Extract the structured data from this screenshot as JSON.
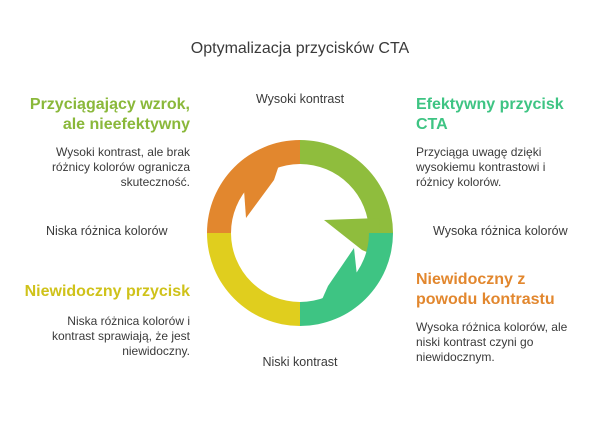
{
  "title": "Optymalizacja przycisków CTA",
  "axes": {
    "top": "Wysoki kontrast",
    "bottom": "Niski kontrast",
    "left": "Niska różnica kolorów",
    "right": "Wysoka różnica kolorów"
  },
  "quadrants": {
    "top_left": {
      "title_lines": [
        "Przyciągający wzrok,",
        "ale nieefektywny"
      ],
      "desc_lines": [
        "Wysoki kontrast, ale brak",
        "różnicy kolorów ogranicza",
        "skuteczność."
      ],
      "color": "#8ab83a"
    },
    "top_right": {
      "title_lines": [
        "Efektywny przycisk",
        "CTA"
      ],
      "desc_lines": [
        "Przyciąga uwagę dzięki",
        "wysokiemu kontrastowi i",
        "różnicy kolorów."
      ],
      "color": "#3ec483"
    },
    "bottom_left": {
      "title_lines": [
        "Niewidoczny przycisk"
      ],
      "desc_lines": [
        "Niska różnica kolorów i",
        "kontrast sprawiają, że jest",
        "niewidoczny."
      ],
      "color": "#cfc21a"
    },
    "bottom_right": {
      "title_lines": [
        "Niewidoczny z",
        "powodu kontrastu"
      ],
      "desc_lines": [
        "Wysoka różnica kolorów, ale",
        "niski kontrast czyni go",
        "niewidocznym."
      ],
      "color": "#e2872e"
    }
  },
  "segment_colors": {
    "top_left": "#e2872e",
    "top_right": "#8fbd3d",
    "bottom_right": "#3ec483",
    "bottom_left": "#e0ce1e"
  }
}
